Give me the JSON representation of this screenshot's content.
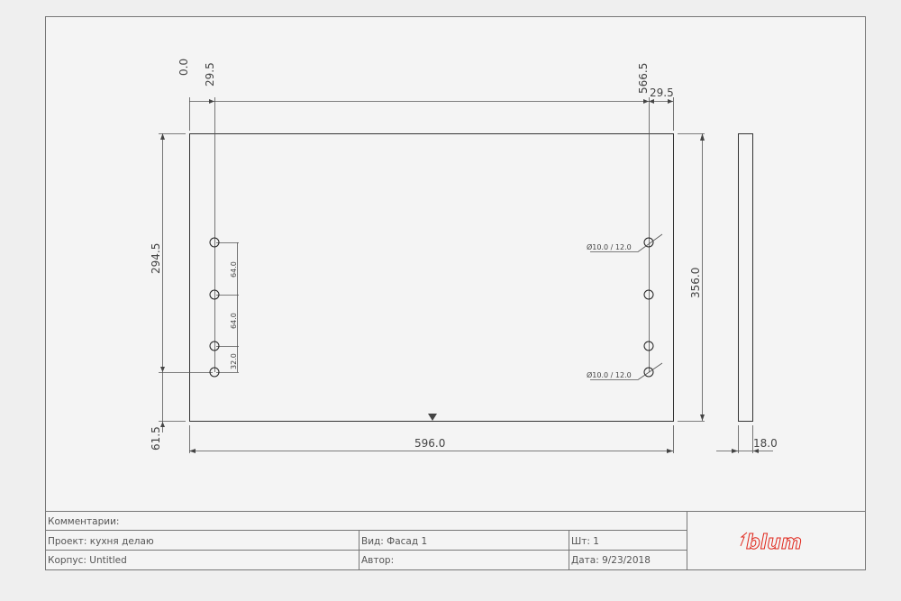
{
  "dimensions": {
    "origin": "0.0",
    "left_offset": "29.5",
    "right_hole_pos": "566.5",
    "right_offset": "29.5",
    "height_to_hole": "294.5",
    "bottom_offset": "61.5",
    "panel_height": "356.0",
    "panel_width": "596.0",
    "thickness": "18.0",
    "spacing_1": "64.0",
    "spacing_2": "64.0",
    "spacing_3": "32.0",
    "hole_label_top": "Ø10.0 / 12.0",
    "hole_label_bottom": "Ø10.0 / 12.0"
  },
  "title_block": {
    "comments": "Комментарии:",
    "project": "Проект: кухня делаю",
    "view": "Вид: Фасад 1",
    "qty": "Шт: 1",
    "cabinet": "Корпус: Untitled",
    "author": "Автор:",
    "date": "Дата: 9/23/2018",
    "logo": "blum"
  },
  "colors": {
    "logo": "#e0261b"
  }
}
